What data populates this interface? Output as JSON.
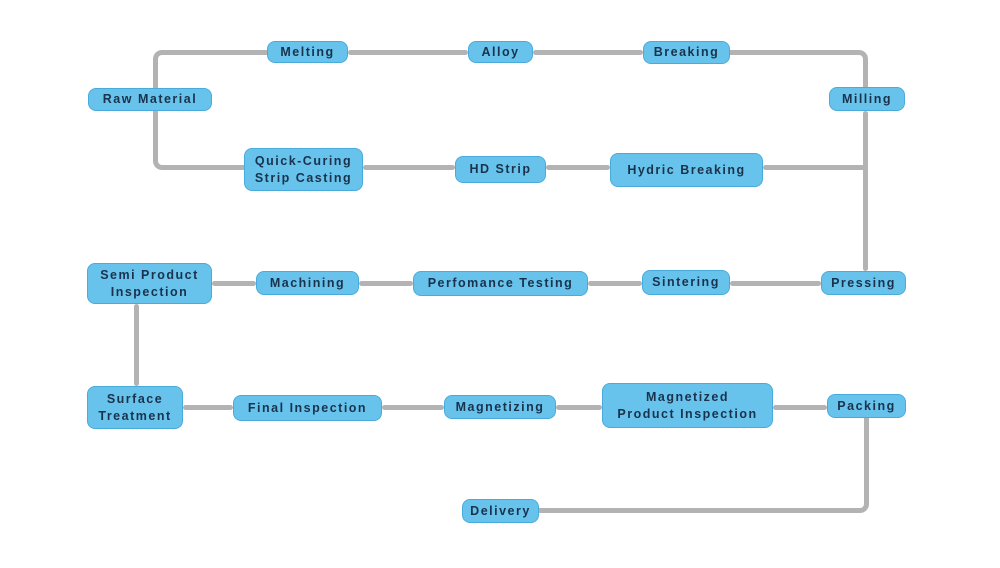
{
  "diagram": {
    "type": "process-flowchart",
    "background": "#ffffff",
    "colors": {
      "node_fill": "#67c3ec",
      "node_border": "#49abdc",
      "node_text": "#1a324c",
      "connector": "#b3b3b3"
    },
    "nodes": [
      {
        "id": "melting",
        "label": "Melting"
      },
      {
        "id": "alloy",
        "label": "Alloy"
      },
      {
        "id": "breaking",
        "label": "Breaking"
      },
      {
        "id": "raw-material",
        "label": "Raw Material"
      },
      {
        "id": "milling",
        "label": "Milling"
      },
      {
        "id": "quick-curing",
        "label": "Quick-Curing\nStrip Casting"
      },
      {
        "id": "hd-strip",
        "label": "HD Strip"
      },
      {
        "id": "hydric-breaking",
        "label": "Hydric Breaking"
      },
      {
        "id": "semi-product-inspection",
        "label": "Semi Product\nInspection"
      },
      {
        "id": "machining",
        "label": "Machining"
      },
      {
        "id": "perfomance-testing",
        "label": "Perfomance Testing"
      },
      {
        "id": "sintering",
        "label": "Sintering"
      },
      {
        "id": "pressing",
        "label": "Pressing"
      },
      {
        "id": "surface-treatment",
        "label": "Surface\nTreatment"
      },
      {
        "id": "final-inspection",
        "label": "Final Inspection"
      },
      {
        "id": "magnetizing",
        "label": "Magnetizing"
      },
      {
        "id": "magnetized-product-inspection",
        "label": "Magnetized\nProduct Inspection"
      },
      {
        "id": "packing",
        "label": "Packing"
      },
      {
        "id": "delivery",
        "label": "Delivery"
      }
    ],
    "edges": [
      {
        "from": "raw-material",
        "to": "melting"
      },
      {
        "from": "melting",
        "to": "alloy"
      },
      {
        "from": "alloy",
        "to": "breaking"
      },
      {
        "from": "breaking",
        "to": "milling"
      },
      {
        "from": "raw-material",
        "to": "quick-curing"
      },
      {
        "from": "quick-curing",
        "to": "hd-strip"
      },
      {
        "from": "hd-strip",
        "to": "hydric-breaking"
      },
      {
        "from": "hydric-breaking",
        "to": "pressing"
      },
      {
        "from": "milling",
        "to": "pressing"
      },
      {
        "from": "pressing",
        "to": "sintering"
      },
      {
        "from": "sintering",
        "to": "perfomance-testing"
      },
      {
        "from": "perfomance-testing",
        "to": "machining"
      },
      {
        "from": "machining",
        "to": "semi-product-inspection"
      },
      {
        "from": "semi-product-inspection",
        "to": "surface-treatment"
      },
      {
        "from": "surface-treatment",
        "to": "final-inspection"
      },
      {
        "from": "final-inspection",
        "to": "magnetizing"
      },
      {
        "from": "magnetizing",
        "to": "magnetized-product-inspection"
      },
      {
        "from": "magnetized-product-inspection",
        "to": "packing"
      },
      {
        "from": "packing",
        "to": "delivery"
      }
    ]
  }
}
